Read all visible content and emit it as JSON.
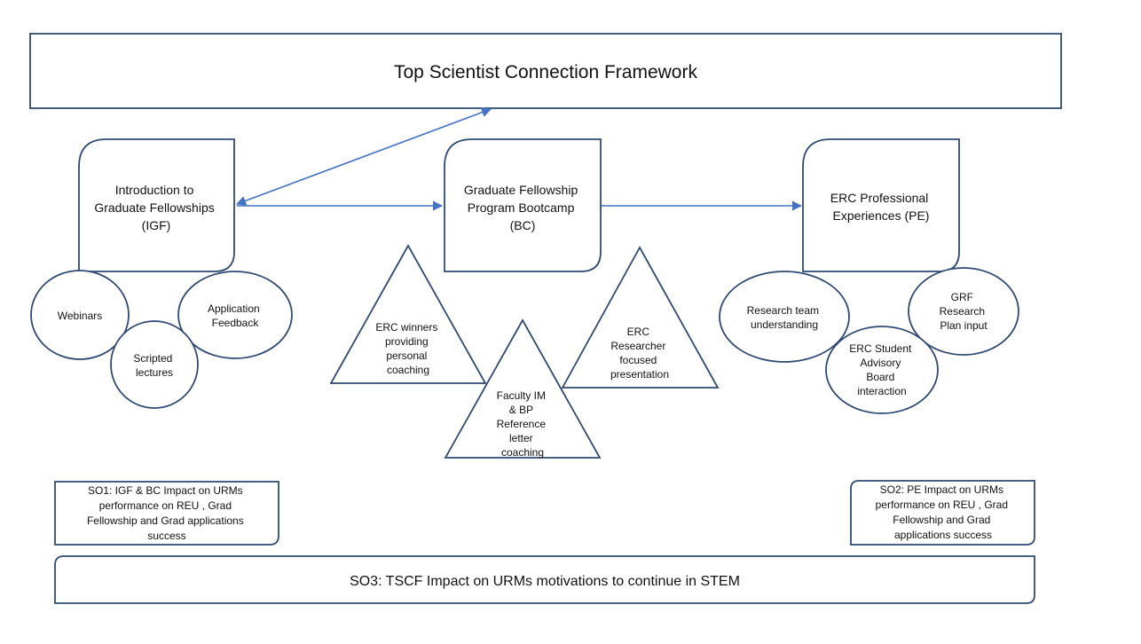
{
  "framework": {
    "title": "Top Scientist Connection Framework"
  },
  "stages": {
    "igf": {
      "lines": [
        "Introduction to",
        "Graduate Fellowships",
        "(IGF)"
      ]
    },
    "bc": {
      "lines": [
        "Graduate Fellowship",
        "Program Bootcamp",
        "(BC)"
      ]
    },
    "pe": {
      "lines": [
        "ERC Professional",
        "Experiences (PE)"
      ]
    }
  },
  "igf_activities": {
    "webinars": [
      "Webinars"
    ],
    "application_feedback": [
      "Application",
      "Feedback"
    ],
    "scripted_lectures": [
      "Scripted",
      "lectures"
    ]
  },
  "bc_activities": {
    "erc_winners": [
      "ERC winners",
      "providing",
      "personal",
      "coaching"
    ],
    "erc_researcher": [
      "ERC",
      "Researcher",
      "focused",
      "presentation"
    ],
    "faculty": [
      "Faculty IM",
      "& BP",
      "Reference",
      "letter",
      "coaching"
    ]
  },
  "pe_activities": {
    "research_team": [
      "Research team",
      "understanding"
    ],
    "grf": [
      "GRF",
      "Research",
      "Plan input"
    ],
    "student_board": [
      "ERC Student",
      "Advisory",
      "Board",
      "interaction"
    ]
  },
  "outcomes": {
    "so1": [
      "SO1: IGF & BC Impact on URMs",
      "performance on  REU , Grad",
      "Fellowship and Grad applications",
      "success"
    ],
    "so2": [
      "SO2:  PE Impact on URMs",
      "performance on  REU , Grad",
      "Fellowship and Grad",
      "applications success"
    ],
    "so3": "SO3: TSCF Impact on URMs motivations to continue in STEM"
  },
  "colors": {
    "shape_stroke": "#2f4a73",
    "arrow": "#4472c4",
    "text": "#111111"
  }
}
